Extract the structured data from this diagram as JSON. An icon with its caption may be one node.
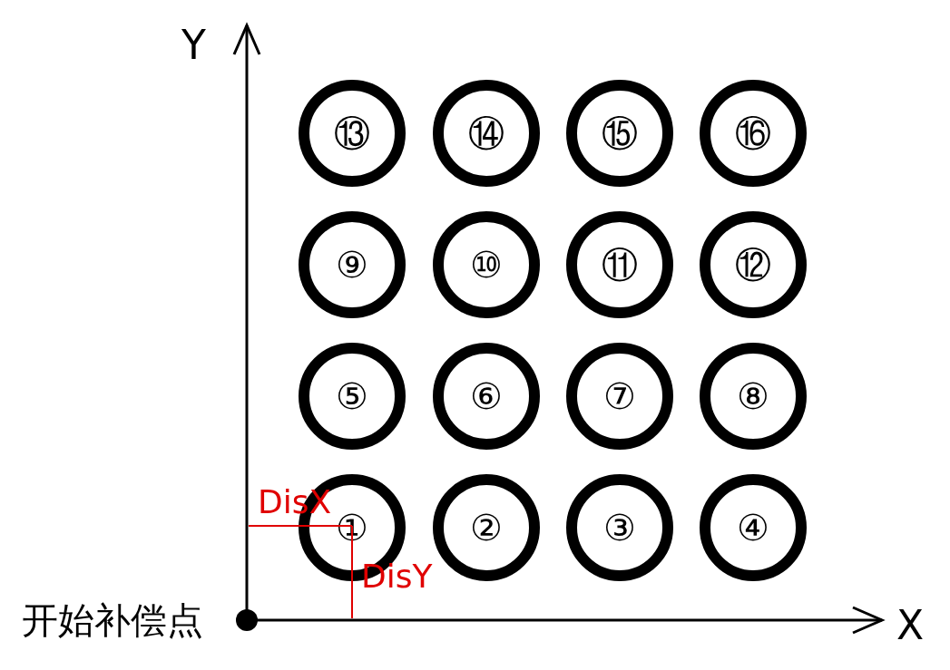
{
  "diagram": {
    "nodes": [
      {
        "text": [
          "①"
        ]
      },
      {
        "text": [
          "②"
        ]
      },
      {
        "text": [
          "③"
        ]
      },
      {
        "text": [
          "④"
        ]
      },
      {
        "text": [
          "⑤"
        ]
      },
      {
        "text": [
          "⑥"
        ]
      },
      {
        "text": [
          "⑦"
        ]
      },
      {
        "text": [
          "⑧"
        ]
      },
      {
        "text": [
          "⑨"
        ]
      },
      {
        "text": [
          "⑩"
        ]
      },
      {
        "text": [
          "⑪"
        ]
      },
      {
        "text": [
          "⑫"
        ]
      },
      {
        "text": [
          "⑬"
        ]
      },
      {
        "text": [
          "⑭"
        ]
      },
      {
        "text": [
          "⑮"
        ]
      },
      {
        "text": [
          "⑯"
        ]
      }
    ],
    "labels": [
      "Y",
      "X",
      "DisX",
      "DisY",
      "开始补偿点"
    ]
  }
}
